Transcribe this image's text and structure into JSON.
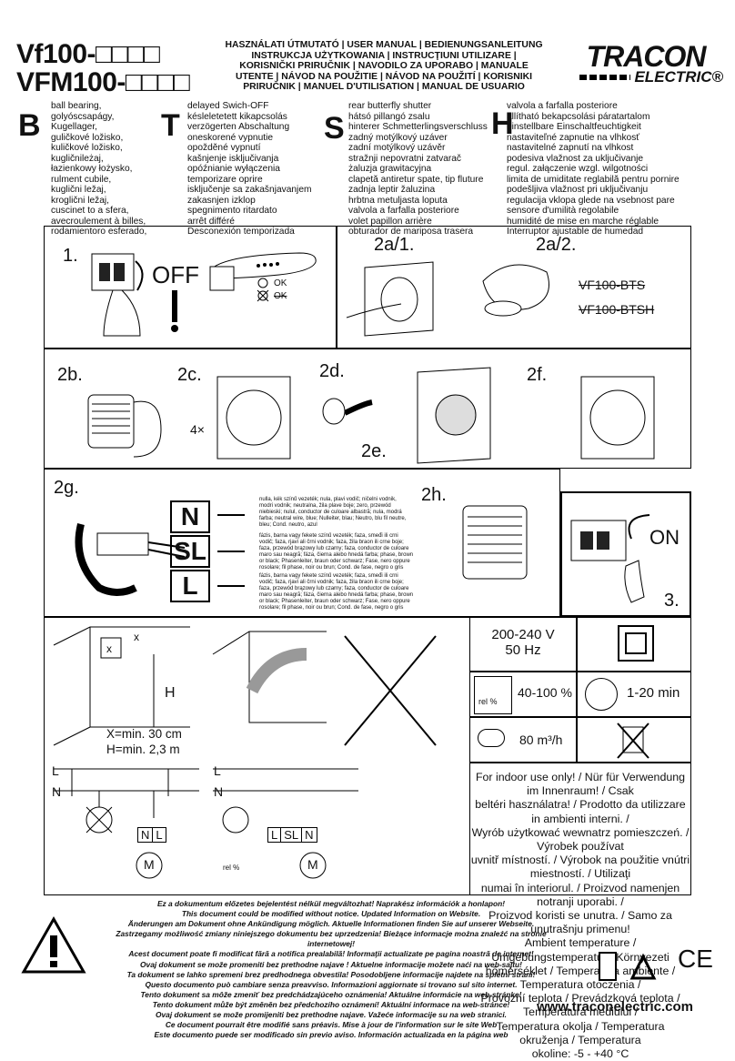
{
  "header": {
    "model1": "Vf100-□□□□",
    "model2": "VFM100-□□□□",
    "manual_titles": "HASZNÁLATI ÚTMUTATÓ | USER MANUAL | BEDIENUNGSANLEITUNG\nINSTRUKCJA UŻYTKOWANIA | INSTRUCŢIUNI UTILIZARE |\nKORISNIČKI PRIRUČNIK | NAVODILO ZA UPORABO | MANUALE\nUTENTE | NÁVOD NA POUŽITIE | NÁVOD NA POUŽITÍ | KORISNIKI\nPRIRUČNIK | MANUEL D'UTILISATION | MANUAL DE USUARIO",
    "logo_top": "TRACON",
    "logo_bottom": "ELECTRIC®"
  },
  "versions": [
    {
      "letter": "B",
      "text": "ball bearing,\ngolyóscsapágy,\nKugellager,\nguličkové ložisko,\nkuličkové ložisko,\nkugličnileżaj,\nłazienkowy łożysko,\nrulment cubile,\nkuglični ležaj,\nkroglični ležaj,\ncuscinet to a sfera,\navecroulement à billes,\nrodamientoro esferado,"
    },
    {
      "letter": "T",
      "text": "delayed Swich-OFF\nkésleletetett kikapcsolás\nverzögerten Abschaltung\noneskorené vypnutie\nopožděné vypnutí\nkašnjenje isključivanja\nopóźnianie wyłączenia\ntemporizare oprire\nisključenje sa zakašnjavanjem\nzakasnjen izklop\nspegnimento ritardato\narrêt différé\nDesconexión temporizada"
    },
    {
      "letter": "S",
      "text": "rear butterfly shutter\nhátsó pillangó zsalu\nhinterer Schmetterlingsverschluss\nzadný motýlkový uzáver\nzadní motýlkový uzávěr\nstražnji nepovratni zatvarač\nżaluzja grawitacyjna\nclapetă antiretur spate, tip fluture\nzadnja leptir žaluzina\nhrbtna metuljasta loputa\nvalvola a farfalla posteriore\nvolet papillon arrière\nobturador de mariposa trasera"
    },
    {
      "letter": "H",
      "text": "valvola a farfalla posteriore\nállítható bekapcsolási páratartalom\neinstellbare Einschaltfeuchtigkeit\nnastaviteľné zapnutie na vlhkosť\nnastavitelné zapnutí na vlhkost\npodesiva vlažnost za uključivanje\nregul. załączenie wzgl. wilgotności\nlimita de umiditate reglabilă pentru pornire\npodešljiva vlažnost pri uključivanju\nregulacija vklopa glede na vsebnost pare\nsensore d'umilità regolabile\nhumidité de mise en marche réglable\nInterruptor ajustable de humedad"
    }
  ],
  "steps": {
    "s1": "1.",
    "off": "OFF",
    "ok": "OK",
    "ok_crossed": "OK",
    "s2a1": "2a/1.",
    "s2a2": "2a/2.",
    "crossed1": "VF100-BTS",
    "crossed2": "VF100-BTSH",
    "s2b": "2b.",
    "s2c": "2c.",
    "s2d": "2d.",
    "s2e": "2e.",
    "s2f": "2f.",
    "s2g": "2g.",
    "s2h": "2h.",
    "s3": "3.",
    "on": "ON",
    "times4": "4×"
  },
  "wiring": [
    {
      "label": "N",
      "text": "nulla, kék színű vezeték; nula, plavi vodič; ničelni vodnik,\nmodri vodnik; neutralna, žila plave boje; zero, przewód\nniebieski; nulul, conductor de culoare albastră; nula, modrá\nfarba; neutral wire, blue; Nulleiter, blau; Neutro, blu fil neutre,\nbleu; Cond. neutro, azul"
    },
    {
      "label": "SL",
      "text": "fázis, barna vagy fekete színű vezeték; faza, smeđi ili crni\nvodič; faza, rjavi ali črni vodnik; faza, žila braon ili crne boje;\nfaza, przewód brązowy lub czarny; faza, conductor de culoare\nmaro sau neagră; fáza, čierna alebo hnedá farba; phase, brown\nor black; Phasenleiter, braun oder schwarz; Fase, nero oppure\nrosolare; fil phase, noir ou brun; Cond. de fase, negro o gris"
    },
    {
      "label": "L",
      "text": "fázis, barna vagy fekete színű vezeték; faza, smeđi ili crni\nvodič; faza, rjavi ali črni vodnik; faza, žila braon ili crne boje;\nfaza, przewód brązowy lub czarny; faza, conductor de culoare\nmaro sau neagră; fáza, čierna alebo hnedá farba; phase, brown\nor black; Phasenleiter, braun oder schwarz; Fase, nero oppure\nrosolare; fil phase, noir ou brun; Cond. de fase, negro o gris"
    }
  ],
  "install": {
    "x": "x",
    "H": "H",
    "min1": "X=min. 30 cm",
    "min2": "H=min. 2,3 m",
    "L": "L",
    "N": "N",
    "term_N": "N",
    "term_L": "L",
    "term_SL": "SL",
    "rel": "rel %",
    "motor": "M"
  },
  "specs": {
    "voltage": "200-240 V",
    "freq": "50 Hz",
    "humidity": "40-100 %",
    "timer": "1-20 min",
    "airflow": "80 m³/h",
    "rel": "rel %"
  },
  "usage_text": "For indoor use only! / Nür für Verwendung im Innenraum! / Csak\nbeltéri használatra! / Prodotto da utilizzare in ambienti interni. /\nWyrób użytkować wewnatrz pomieszczeń. / Výrobek používat\nuvnitř místností. / Výrobok na použitie vnútri miestností. / Utilizaţi\nnumai în interiorul. / Proizvod namenjen notranji uporabi. /\nProizvod koristi se unutra. / Samo za unutrašnju primenu!\nAmbient temperature / Umgebungstemperatur / Környezeti\nhőmérséklet / Temperatura ambiente / Temperatura otoczenia /\nProvozní teplota / Prevádzková teplota / Temperatura mediului /\nTemperatura okolja / Temperatura okruženja / Temperatura\nokoline: -5 - +40 °C",
  "disclaimer": "Ez a dokumentum előzetes bejelentést nélkül megváltozhat! Naprakész információk a honlapon!\nThis document could be modified without notice. Updated Information on Website.\nÄnderungen am Dokument ohne Ankündigung möglich. Aktuelle Informationen finden Sie auf unserer Webseite.\nZastrzegamy możliwość zmiany niniejszego dokumentu bez uprzedzenia! Bieżące informacje można znaleźć na stronie internetowej!\nAcest document poate fi modificat fără a notifica prealabilă! Informaţii actualizate pe pagina noastră de internet!\nOvaj dokument se može promeniti bez prethodne najave ! Aktuelne informacije možete naći na web-sajtu!\nTa dokument se lahko spremeni brez predhodnega obvestila! Posodobljene informacije najdete na spletni strani!\nQuesto documento può cambiare senza preavviso. Informazioni aggiornate si trovano sul sito internet.\nTento dokument sa môže zmeniť bez predchádzajúceho oznámenia! Aktuálne informácie na web-stránke!\nTento dokument může být změněn bez předchozího oznámení! Aktuální informace na web-stránce!\nOvaj dokument se može promijeniti bez prethodne najave. Važeće informacije su na web stranici.\nCe document pourrait être modifié sans préavis. Mise à jour de l'information sur le site Web\nEste documento puede ser modificado sin previo aviso. Información actualizada en la página web",
  "website": "www.traconelectric.com",
  "ce": "CE"
}
